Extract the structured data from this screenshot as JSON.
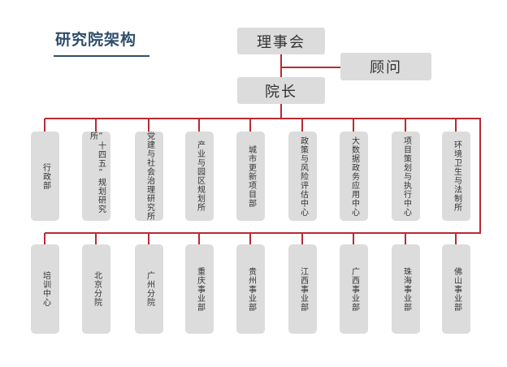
{
  "title": "研究院架构",
  "board": "理事会",
  "advisor": "顾问",
  "president": "院长",
  "row1": [
    "行政部",
    "“十四五”规划研究所",
    "党建与社会治理研究所",
    "产业与园区规划所",
    "城市更新项目部",
    "政策与风险评估中心",
    "大数据政务应用中心",
    "项目策划与执行中心",
    "环境卫生与法制所"
  ],
  "row2": [
    "培训中心",
    "北京分院",
    "广州分院",
    "重庆事业部",
    "贵州事业部",
    "江西事业部",
    "广西事业部",
    "珠海事业部",
    "佛山事业部"
  ]
}
